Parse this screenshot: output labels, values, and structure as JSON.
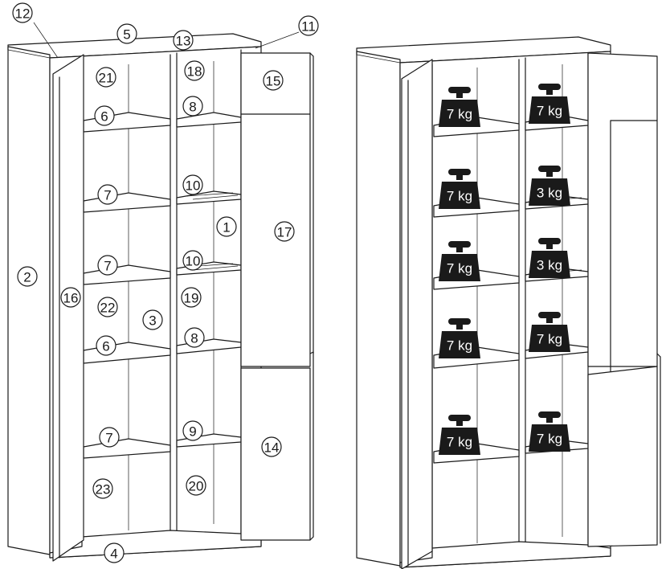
{
  "colors": {
    "line": "#1a1a1a",
    "background": "#ffffff",
    "weight": "#1a1a1a",
    "weight_text": "#ffffff"
  },
  "callouts": [
    "12",
    "5",
    "13",
    "11",
    "21",
    "18",
    "15",
    "6",
    "8",
    "7",
    "10",
    "1",
    "17",
    "2",
    "7",
    "10",
    "16",
    "22",
    "3",
    "19",
    "6",
    "8",
    "7",
    "9",
    "14",
    "23",
    "20",
    "4"
  ],
  "weights": [
    "7 kg",
    "7 kg",
    "7 kg",
    "3 kg",
    "7 kg",
    "3 kg",
    "7 kg",
    "7 kg",
    "7 kg",
    "7 kg"
  ]
}
